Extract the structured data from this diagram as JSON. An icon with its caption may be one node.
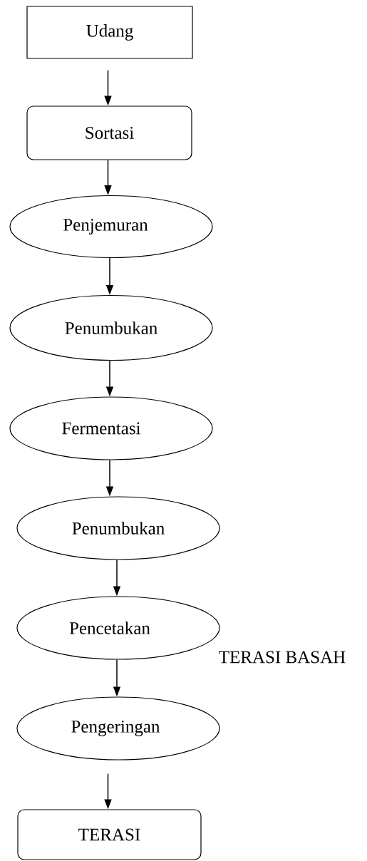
{
  "diagram": {
    "nodes": [
      {
        "text": [
          "Udang"
        ]
      },
      {
        "text": [
          "Sortasi"
        ]
      },
      {
        "text": [
          "Penjemuran"
        ]
      },
      {
        "text": [
          "Penumbukan"
        ]
      },
      {
        "text": [
          "Fermentasi"
        ]
      },
      {
        "text": [
          "Penumbukan"
        ]
      },
      {
        "text": [
          "Pencetakan"
        ]
      },
      {
        "text": [
          "Pengeringan"
        ]
      },
      {
        "text": [
          "TERASI"
        ]
      }
    ],
    "edges": [
      {
        "from": 0,
        "to": 1,
        "arrow": "to"
      },
      {
        "from": 1,
        "to": 2,
        "arrow": "to"
      },
      {
        "from": 2,
        "to": 3,
        "arrow": "to"
      },
      {
        "from": 3,
        "to": 4,
        "arrow": "to"
      },
      {
        "from": 4,
        "to": 5,
        "arrow": "to"
      },
      {
        "from": 5,
        "to": 6,
        "arrow": "to"
      },
      {
        "from": 6,
        "to": 7,
        "arrow": "to"
      },
      {
        "from": 7,
        "to": 8,
        "arrow": "to"
      }
    ],
    "labels": [
      "TERASI BASAH"
    ]
  }
}
